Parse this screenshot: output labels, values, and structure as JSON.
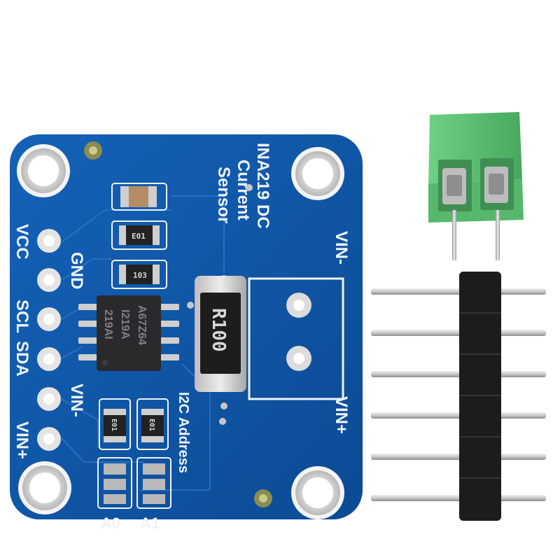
{
  "board": {
    "title_line1": "INA219 DC",
    "title_line2": "Current",
    "title_line3": "Sensor",
    "pins_left": [
      "VCC",
      "GND",
      "SCL",
      "SDA",
      "VIN-",
      "VIN+"
    ],
    "vin_minus_right": "VIN-",
    "vin_plus_right": "VIN+",
    "i2c_address_label": "I2C Address",
    "jumper_labels": [
      "A0",
      "A1"
    ],
    "shunt_label": "R100",
    "chip_marking_lines": [
      "219AI",
      "I219A",
      "A67Z64"
    ],
    "smd_resistor_code": "E01",
    "smd_resistor_code_alt": "103"
  },
  "colors": {
    "pcb_blue": "#0f55a8",
    "pcb_blue_dark": "#0b4589",
    "terminal_green": "#5bbf72",
    "header_black": "#1c1c1c",
    "silkscreen_white": "#eef3fb"
  }
}
